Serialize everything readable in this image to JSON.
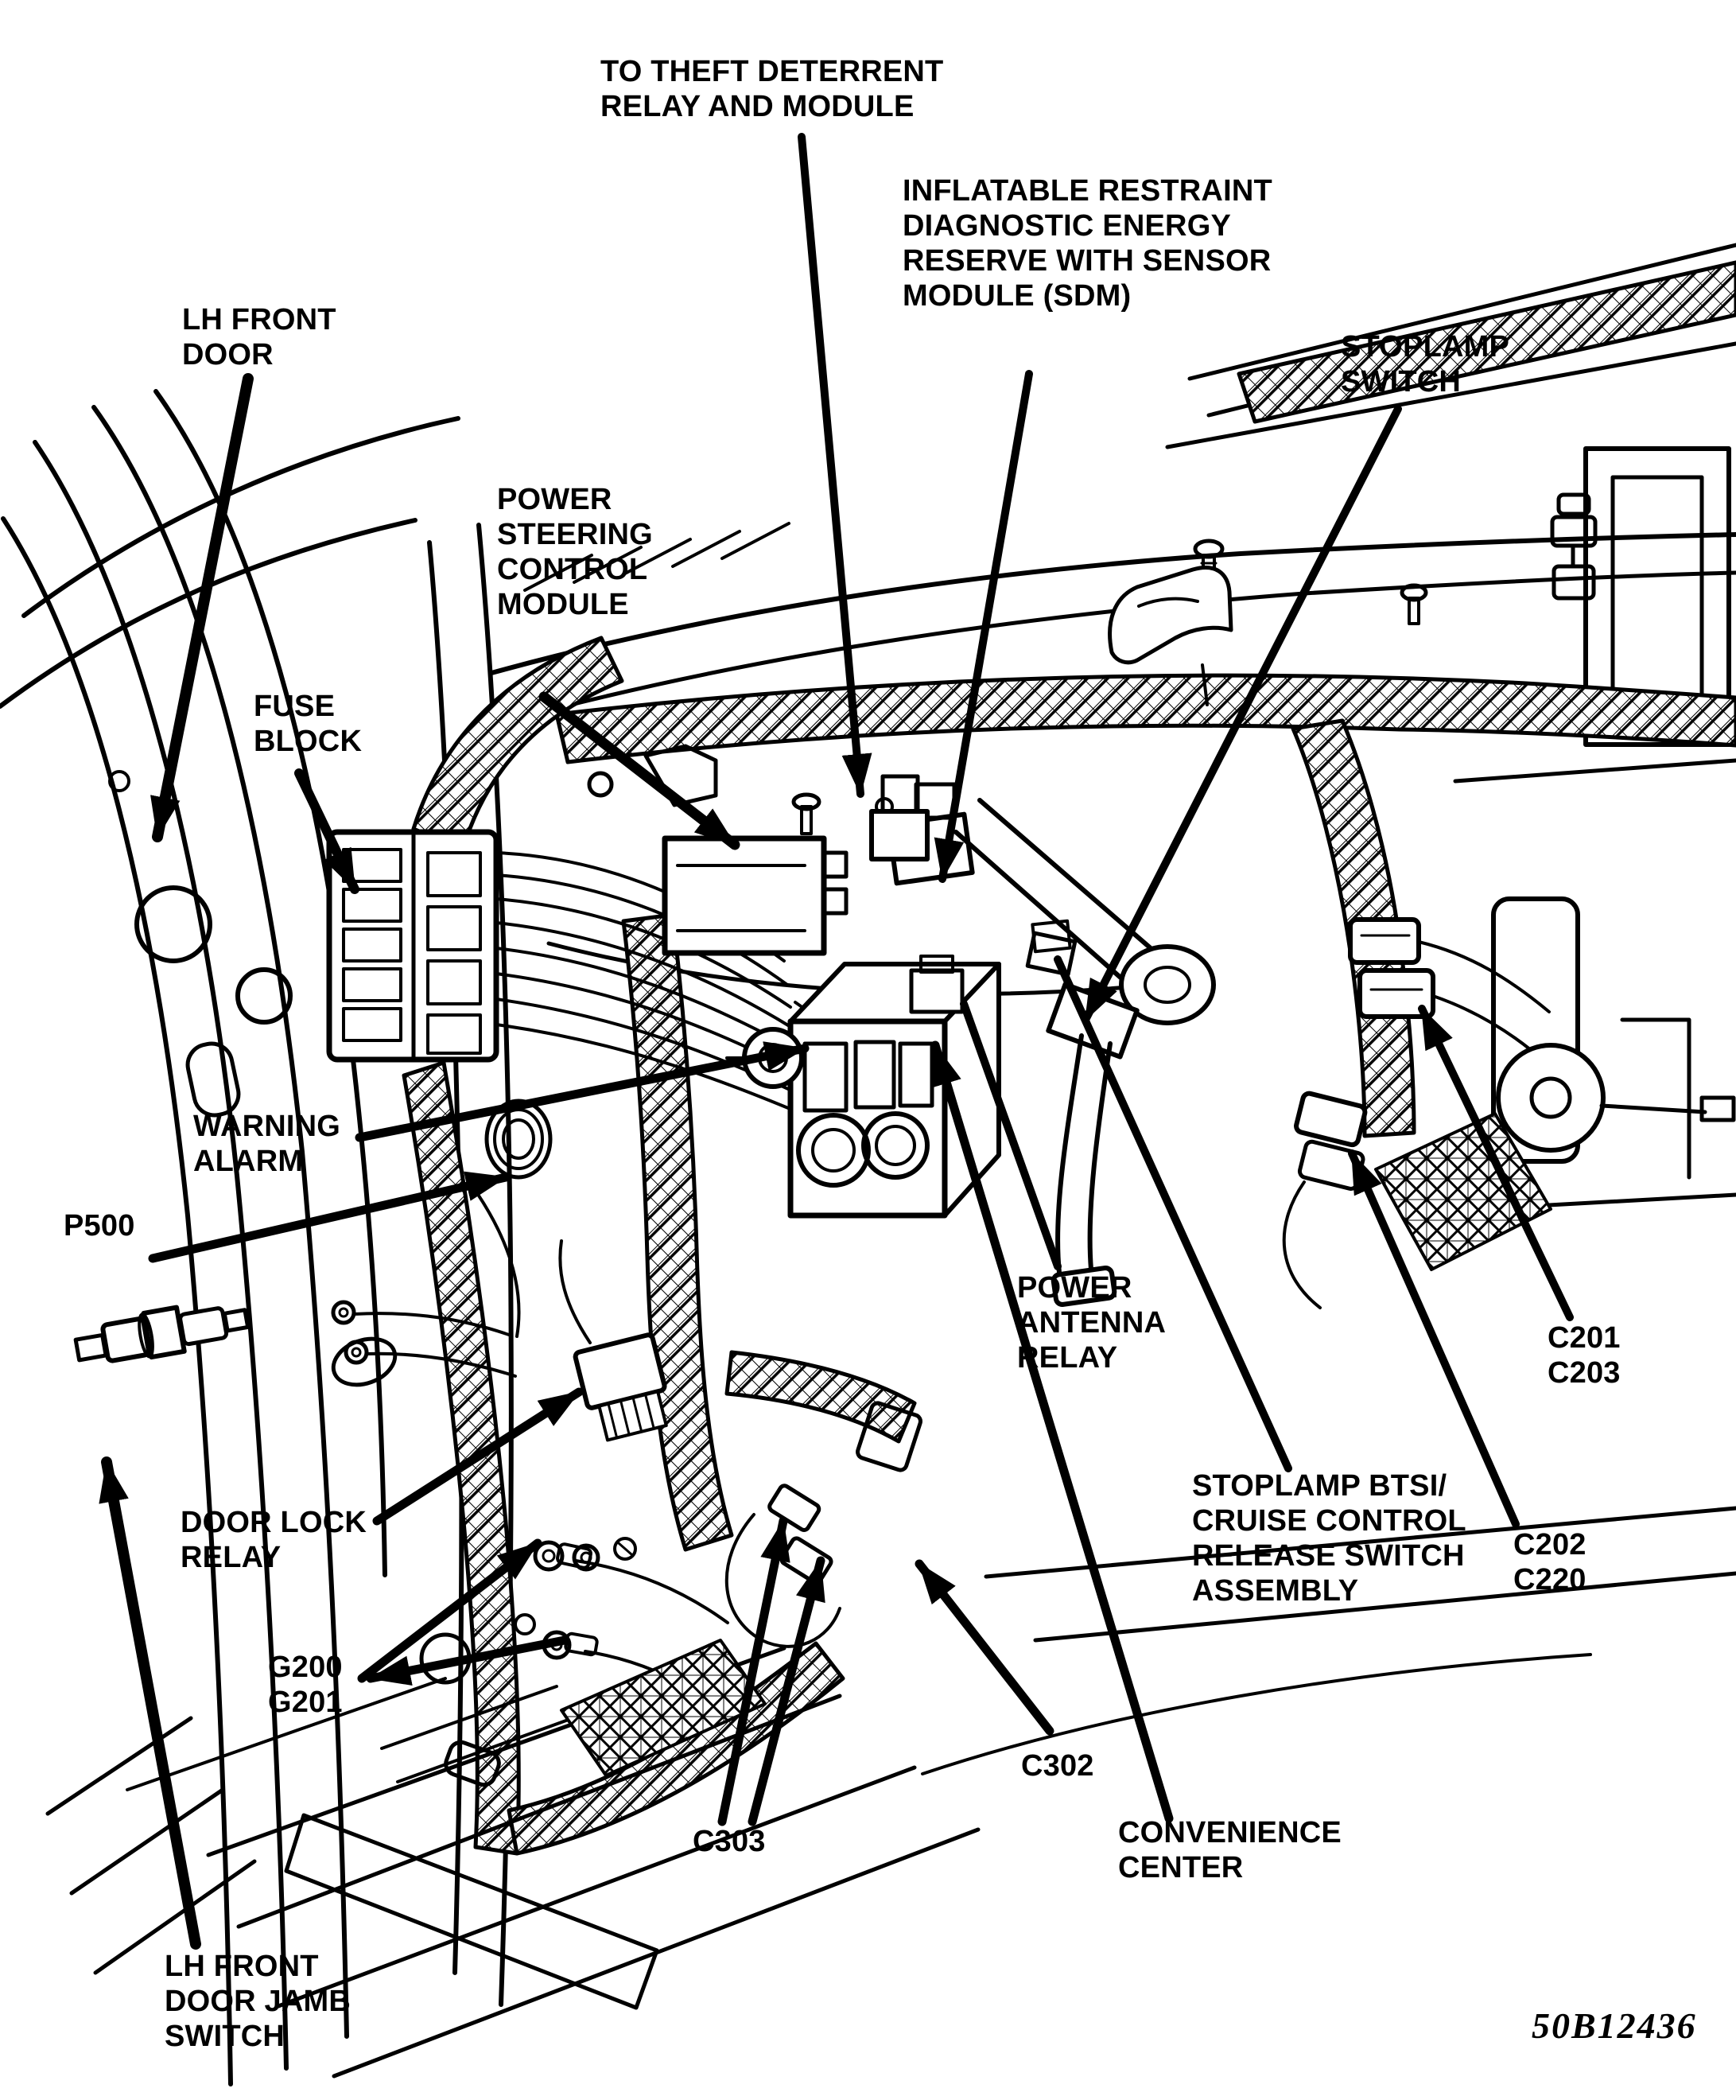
{
  "figure": {
    "number": "50B12436"
  },
  "labels": {
    "theft_deterrent": "TO THEFT DETERRENT\nRELAY AND MODULE",
    "sdm": "INFLATABLE RESTRAINT\nDIAGNOSTIC ENERGY\nRESERVE WITH SENSOR\nMODULE (SDM)",
    "stoplamp_switch": "STOPLAMP\nSWITCH",
    "lh_front_door": "LH FRONT\nDOOR",
    "power_steering": "POWER\nSTEERING\nCONTROL\nMODULE",
    "fuse_block": "FUSE\nBLOCK",
    "warning_alarm": "WARNING\nALARM",
    "p500": "P500",
    "door_lock_relay": "DOOR LOCK\nRELAY",
    "g200_g201": "G200\nG201",
    "lh_front_door_jamb_switch": "LH FRONT\nDOOR JAMB\nSWITCH",
    "c303": "C303",
    "c302": "C302",
    "convenience_center": "CONVENIENCE\nCENTER",
    "power_antenna_relay": "POWER\nANTENNA\nRELAY",
    "stoplamp_btsi": "STOPLAMP BTSI/\nCRUISE CONTROL\nRELEASE SWITCH\nASSEMBLY",
    "c201_c203": "C201\nC203",
    "c202_c220": "C202\nC220"
  },
  "colors": {
    "ink": "#000000",
    "paper": "#ffffff"
  }
}
